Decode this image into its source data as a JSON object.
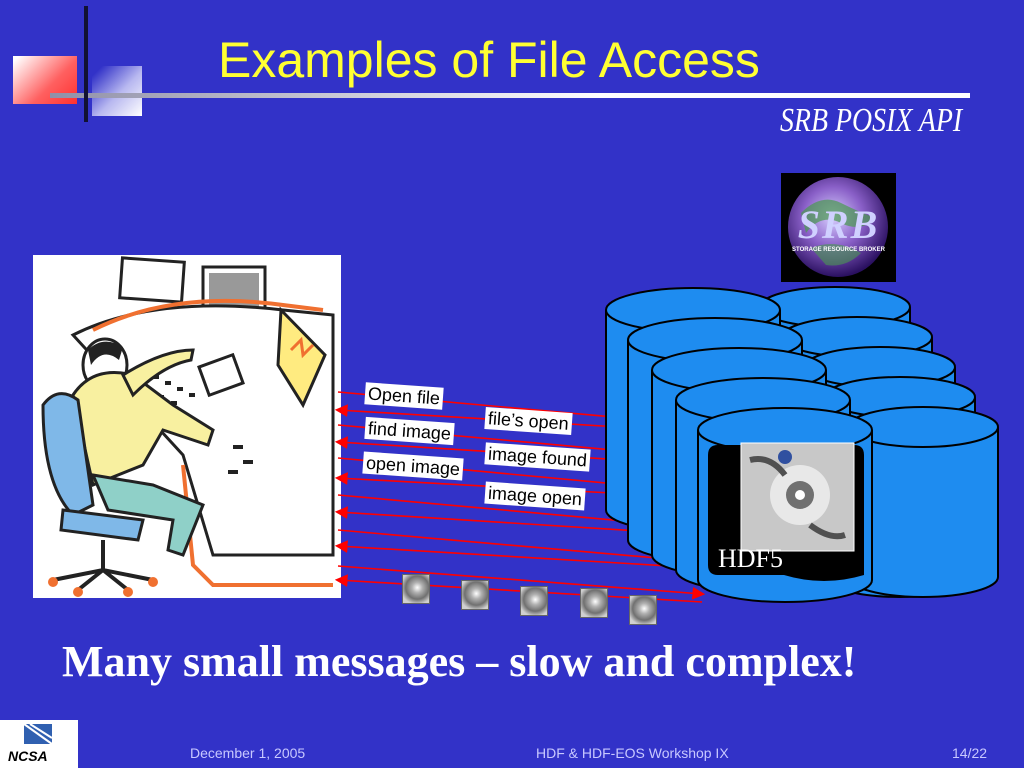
{
  "slide": {
    "title": "Examples of File Access",
    "subtitle": "SRB POSIX API",
    "messages": {
      "open_file": "Open file",
      "find_image": "find image",
      "open_image": "open image",
      "files_open": "file’s open",
      "image_found": "image found",
      "image_open": "image open"
    },
    "storage_label": "HDF5",
    "logo": {
      "text": "SRB",
      "subtext": "STORAGE RESOURCE BROKER"
    },
    "headline": "Many small messages – slow and complex!",
    "footer": {
      "org": "NCSA",
      "date": "December 1, 2005",
      "event": "HDF & HDF-EOS Workshop IX",
      "page": "14/22"
    }
  },
  "colors": {
    "background": "#3232c8",
    "title": "#ffff33",
    "arrow": "#ff0000",
    "cylinder": "#1e8cf0"
  }
}
